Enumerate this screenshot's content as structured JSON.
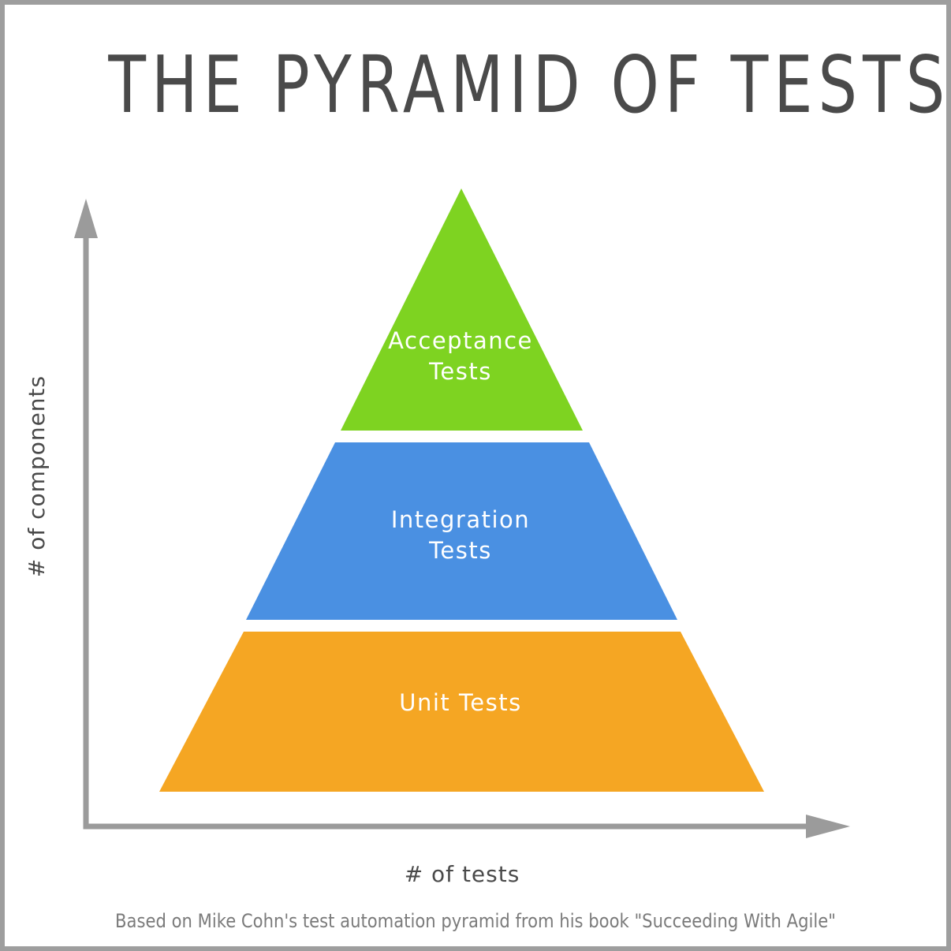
{
  "title": "THE PYRAMID OF TESTS",
  "tiers": [
    {
      "id": "acceptance",
      "lines": [
        "Acceptance",
        "Tests"
      ],
      "color": "#7ed321"
    },
    {
      "id": "integration",
      "lines": [
        "Integration",
        "Tests"
      ],
      "color": "#4a90e2"
    },
    {
      "id": "unit",
      "lines": [
        "Unit Tests"
      ],
      "color": "#f5a623"
    }
  ],
  "axes": {
    "x_label": "# of tests",
    "y_label": "# of components",
    "color": "#9b9b9b"
  },
  "caption": "Based on Mike Cohn's test automation pyramid from his book \"Succeeding With Agile\"",
  "colors": {
    "title": "#4a4a4a",
    "axis_label": "#4a4a4a",
    "caption": "#7b7b7b",
    "border": "#9e9e9e"
  }
}
